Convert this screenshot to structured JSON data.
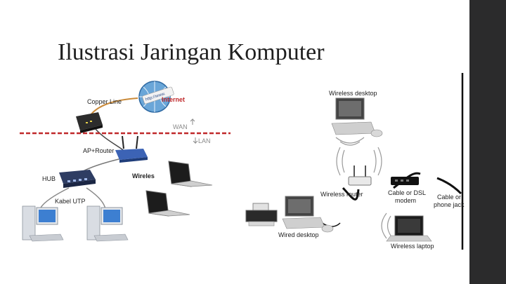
{
  "slide": {
    "title": "Ilustrasi Jaringan Komputer",
    "colors": {
      "band": "#2b2b2c",
      "background": "#ffffff",
      "wan_line": "#c0292b"
    }
  },
  "left_diagram": {
    "labels": {
      "copper_line": "Copper Line",
      "internet": "Internet",
      "wan": "WAN",
      "lan": "LAN",
      "ap_router": "AP+Router",
      "hub": "HUB",
      "wireles": "Wireles",
      "kabel_utp": "Kabel UTP"
    }
  },
  "right_diagram": {
    "labels": {
      "wireless_desktop": "Wireless desktop",
      "wireless_router": "Wireless router",
      "modem_line1": "Cable or DSL",
      "modem_line2": "modem",
      "jack_line1": "Cable or",
      "jack_line2": "phone jack",
      "wired_desktop": "Wired desktop",
      "wireless_laptop": "Wireless laptop"
    }
  }
}
